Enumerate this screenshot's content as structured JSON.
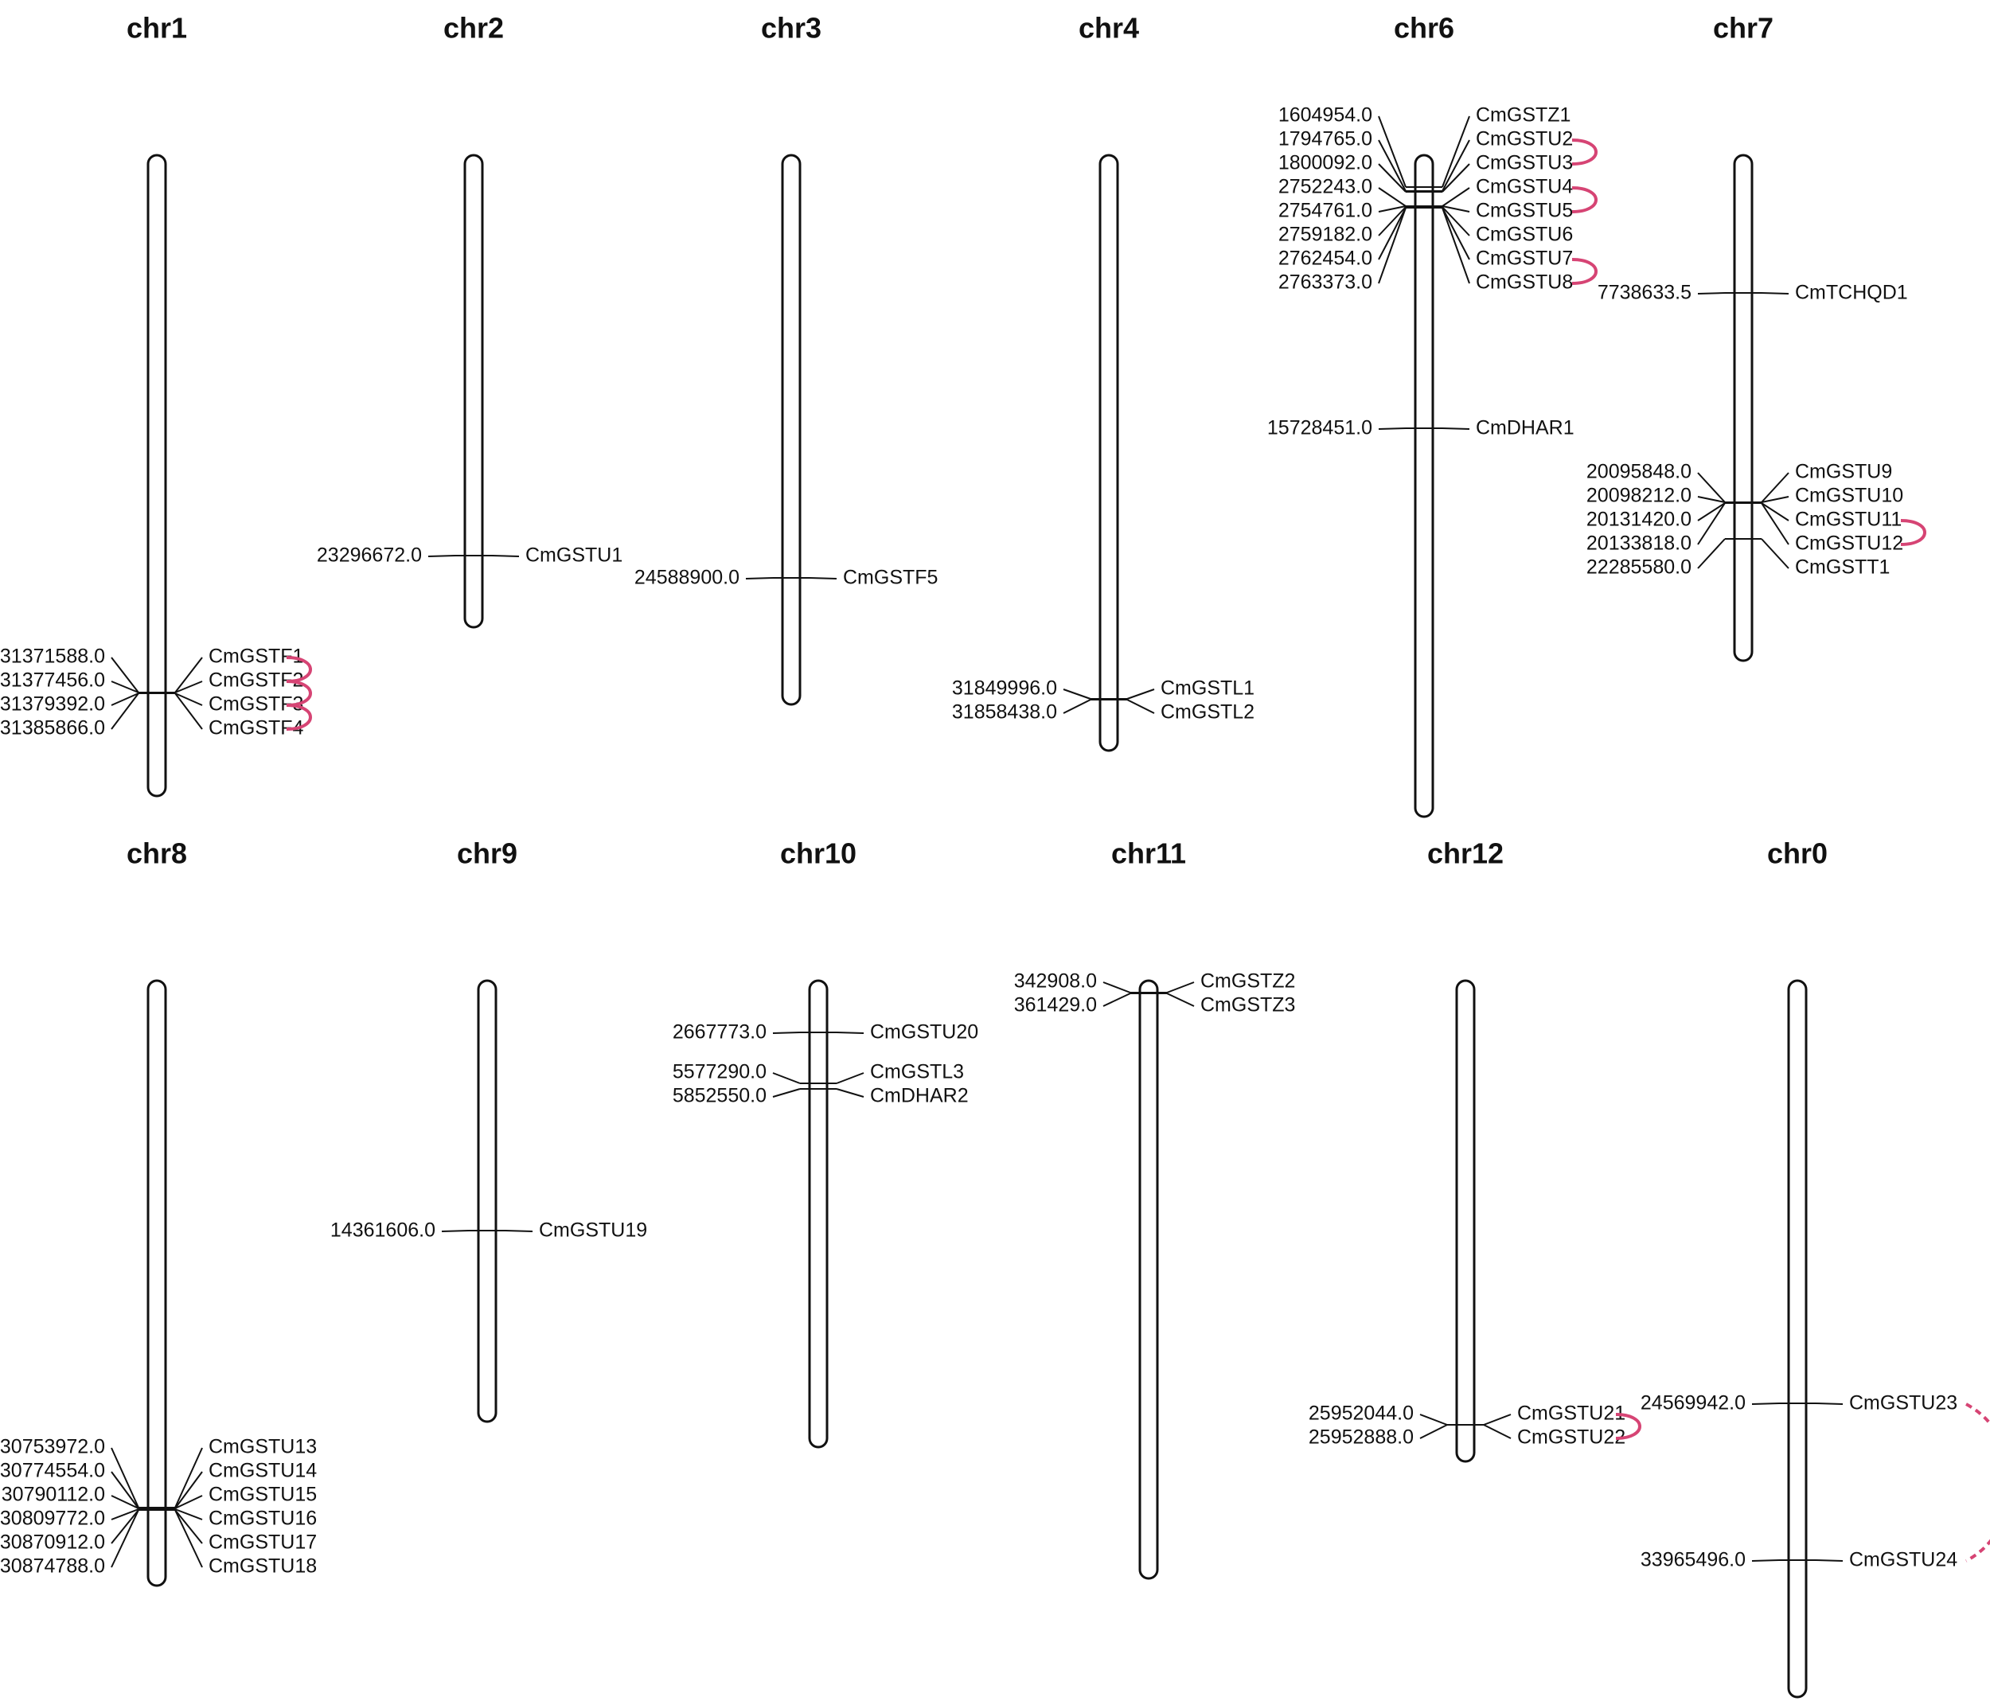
{
  "colors": {
    "duplication": "#d64474",
    "outline": "#111111",
    "background": "#ffffff"
  },
  "chromosomes": [
    {
      "name": "chr1",
      "genes": [
        {
          "pos": "31371588.0",
          "gene": "CmGSTF1"
        },
        {
          "pos": "31377456.0",
          "gene": "CmGSTF2"
        },
        {
          "pos": "31379392.0",
          "gene": "CmGSTF3"
        },
        {
          "pos": "31385866.0",
          "gene": "CmGSTF4"
        }
      ],
      "links": [
        {
          "from": 0,
          "to": 1,
          "style": "solid"
        },
        {
          "from": 1,
          "to": 2,
          "style": "solid"
        },
        {
          "from": 2,
          "to": 3,
          "style": "solid"
        }
      ]
    },
    {
      "name": "chr2",
      "genes": [
        {
          "pos": "23296672.0",
          "gene": "CmGSTU1"
        }
      ],
      "links": []
    },
    {
      "name": "chr3",
      "genes": [
        {
          "pos": "24588900.0",
          "gene": "CmGSTF5"
        }
      ],
      "links": []
    },
    {
      "name": "chr4",
      "genes": [
        {
          "pos": "31849996.0",
          "gene": "CmGSTL1"
        },
        {
          "pos": "31858438.0",
          "gene": "CmGSTL2"
        }
      ],
      "links": []
    },
    {
      "name": "chr6",
      "genes": [
        {
          "pos": "1604954.0",
          "gene": "CmGSTZ1"
        },
        {
          "pos": "1794765.0",
          "gene": "CmGSTU2"
        },
        {
          "pos": "1800092.0",
          "gene": "CmGSTU3"
        },
        {
          "pos": "2752243.0",
          "gene": "CmGSTU4"
        },
        {
          "pos": "2754761.0",
          "gene": "CmGSTU5"
        },
        {
          "pos": "2759182.0",
          "gene": "CmGSTU6"
        },
        {
          "pos": "2762454.0",
          "gene": "CmGSTU7"
        },
        {
          "pos": "2763373.0",
          "gene": "CmGSTU8"
        },
        {
          "pos": "15728451.0",
          "gene": "CmDHAR1"
        }
      ],
      "links": [
        {
          "from": 1,
          "to": 2,
          "style": "solid"
        },
        {
          "from": 3,
          "to": 4,
          "style": "solid"
        },
        {
          "from": 6,
          "to": 7,
          "style": "solid"
        }
      ]
    },
    {
      "name": "chr7",
      "genes": [
        {
          "pos": "7738633.5",
          "gene": "CmTCHQD1"
        },
        {
          "pos": "20095848.0",
          "gene": "CmGSTU9"
        },
        {
          "pos": "20098212.0",
          "gene": "CmGSTU10"
        },
        {
          "pos": "20131420.0",
          "gene": "CmGSTU11"
        },
        {
          "pos": "20133818.0",
          "gene": "CmGSTU12"
        },
        {
          "pos": "22285580.0",
          "gene": "CmGSTT1"
        }
      ],
      "links": [
        {
          "from": 3,
          "to": 4,
          "style": "solid"
        }
      ]
    },
    {
      "name": "chr8",
      "genes": [
        {
          "pos": "30753972.0",
          "gene": "CmGSTU13"
        },
        {
          "pos": "30774554.0",
          "gene": "CmGSTU14"
        },
        {
          "pos": "30790112.0",
          "gene": "CmGSTU15"
        },
        {
          "pos": "30809772.0",
          "gene": "CmGSTU16"
        },
        {
          "pos": "30870912.0",
          "gene": "CmGSTU17"
        },
        {
          "pos": "30874788.0",
          "gene": "CmGSTU18"
        }
      ],
      "links": []
    },
    {
      "name": "chr9",
      "genes": [
        {
          "pos": "14361606.0",
          "gene": "CmGSTU19"
        }
      ],
      "links": []
    },
    {
      "name": "chr10",
      "genes": [
        {
          "pos": "2667773.0",
          "gene": "CmGSTU20"
        },
        {
          "pos": "5577290.0",
          "gene": "CmGSTL3"
        },
        {
          "pos": "5852550.0",
          "gene": "CmDHAR2"
        }
      ],
      "links": []
    },
    {
      "name": "chr11",
      "genes": [
        {
          "pos": "342908.0",
          "gene": "CmGSTZ2"
        },
        {
          "pos": "361429.0",
          "gene": "CmGSTZ3"
        }
      ],
      "links": []
    },
    {
      "name": "chr12",
      "genes": [
        {
          "pos": "25952044.0",
          "gene": "CmGSTU21"
        },
        {
          "pos": "25952888.0",
          "gene": "CmGSTU22"
        }
      ],
      "links": [
        {
          "from": 0,
          "to": 1,
          "style": "solid"
        }
      ]
    },
    {
      "name": "chr0",
      "genes": [
        {
          "pos": "24569942.0",
          "gene": "CmGSTU23"
        },
        {
          "pos": "33965496.0",
          "gene": "CmGSTU24"
        }
      ],
      "links": [
        {
          "from": 0,
          "to": 1,
          "style": "dashed"
        }
      ]
    }
  ]
}
